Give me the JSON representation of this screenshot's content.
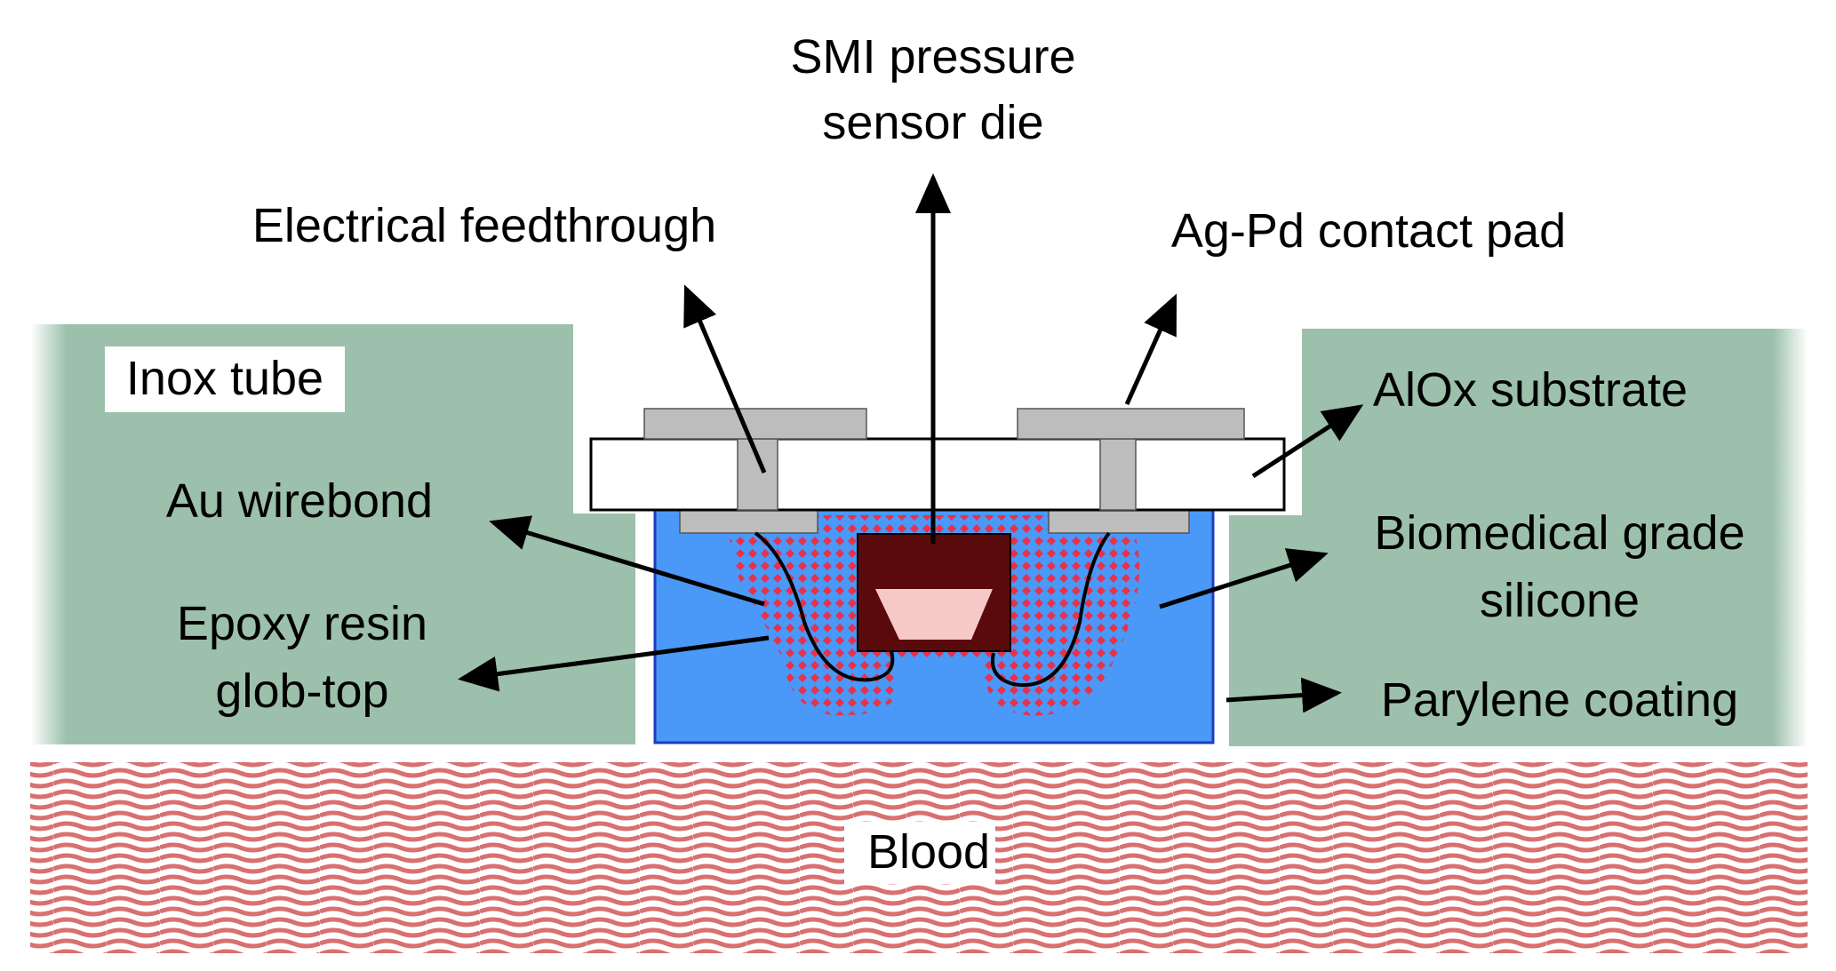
{
  "labels": {
    "sensor_die_line1": "SMI pressure",
    "sensor_die_line2": "sensor die",
    "feedthrough": "Electrical feedthrough",
    "contact_pad": "Ag-Pd contact pad",
    "inox_tube": "Inox tube",
    "alox_substrate": "AlOx substrate",
    "au_wirebond": "Au wirebond",
    "silicone_line1": "Biomedical grade",
    "silicone_line2": "silicone",
    "epoxy_line1": "Epoxy resin",
    "epoxy_line2": "glob-top",
    "parylene": "Parylene coating",
    "blood": "Blood"
  },
  "colors": {
    "tube_green": "#9cc0ab",
    "silicone_blue": "#4a98f7",
    "parylene_edge": "#1c3cbf",
    "epoxy_red": "#e8314a",
    "die_maroon": "#5a0a0a",
    "membrane_pink": "#f6c8c8",
    "pad_grey": "#bdbdbd",
    "blood_wave": "#d97070"
  }
}
